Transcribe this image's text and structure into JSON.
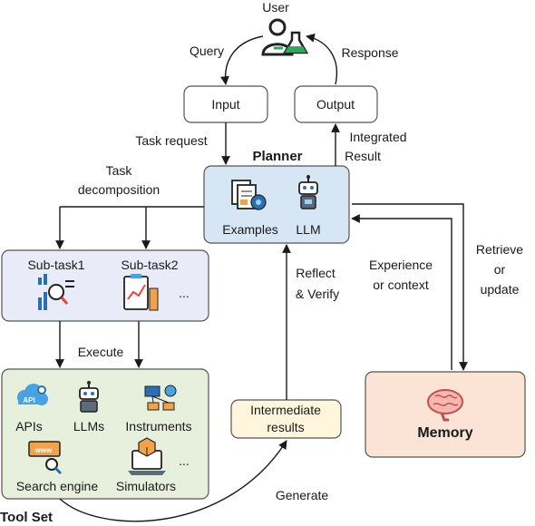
{
  "user": {
    "label": "User"
  },
  "flow": {
    "query": "Query",
    "response": "Response",
    "task_request": "Task request",
    "integrated_result": [
      "Integrated",
      "Result"
    ],
    "task_decomposition": [
      "Task",
      "decomposition"
    ],
    "execute": "Execute",
    "reflect_verify": [
      "Reflect",
      "& Verify"
    ],
    "experience": [
      "Experience",
      "or context"
    ],
    "retrieve": [
      "Retrieve",
      "or",
      "update"
    ],
    "generate": "Generate"
  },
  "boxes": {
    "input": "Input",
    "output": "Output",
    "planner_title": "Planner",
    "examples": "Examples",
    "llm": "LLM",
    "subtask1": "Sub-task1",
    "subtask2": "Sub-task2",
    "ellipsis": "...",
    "intermediate": [
      "Intermediate",
      "results"
    ],
    "memory": "Memory"
  },
  "toolset": {
    "title": "Tool Set",
    "apis": "APIs",
    "llms": "LLMs",
    "instruments": "Instruments",
    "search": "Search engine",
    "simulators": "Simulators",
    "ellipsis": "...",
    "api_tag": "API",
    "www_tag": "www"
  },
  "colors": {
    "planner_fill": "#d7e6f5",
    "subtask_fill": "#e9ecf8",
    "toolset_fill": "#e6f0dc",
    "intermediate_fill": "#fff6dd",
    "memory_fill": "#fbe4d6",
    "stroke": "#1a1a1a"
  }
}
